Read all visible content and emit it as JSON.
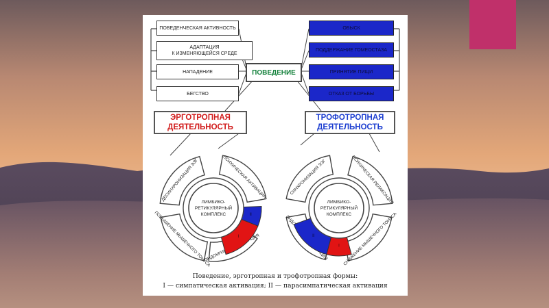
{
  "left_items": [
    "ПОВЕДЕНЧЕСКАЯ АКТИВНОСТЬ",
    "АДАПТАЦИЯ\nК ИЗМЕНЯЮЩЕЙСЯ СРЕДЕ",
    "НАПАДЕНИЕ",
    "БЕГСТВО"
  ],
  "right_items": [
    "ОБЫСК",
    "ПОДДЕРЖАНИЕ ГОМЕОСТАЗА",
    "ПРИНЯТИЕ ПИЩИ",
    "ОТКАЗ ОТ БОРЬБЫ"
  ],
  "center_label": "ПОВЕДЕНИЕ",
  "ergotropic_label": "ЭРГОТРОПНАЯ\nДЕЯТЕЛЬНОСТЬ",
  "trophotropic_label": "ТРОФОТРОПНАЯ\nДЕЯТЕЛЬНОСТЬ",
  "left_ring": {
    "center": [
      "ЛИМБИКО-",
      "РЕТИКУЛЯРНЫЙ",
      "КОМПЛЕКС"
    ],
    "segments": [
      "ДЕСИНХРОНИЗАЦИЯ ЭЭГ",
      "ПСИХИЧЕСКАЯ АКТИВАЦИЯ",
      "ПОВЫШЕНИЕ МЫШЕЧНОГО ТОНУСА",
      "ЭНДОКРИННАЯ АКТИВАЦИЯ"
    ],
    "marker_II": "II",
    "marker_I": "I"
  },
  "right_ring": {
    "center": [
      "ЛИМБИКО-",
      "РЕТИКУЛЯРНЫЙ",
      "КОМПЛЕКС"
    ],
    "segments": [
      "СИНХРОНИЗАЦИЯ ЭЭГ",
      "ПСИХИЧЕСКАЯ РЕЛАКСАЦИЯ",
      "СНИЖЕНИЕ МЫШЕЧНОГО ТОНУСА",
      "ЭНДОКРИННАЯ АКТИВАЦИЯ"
    ],
    "marker_II": "II",
    "marker_I": "I"
  },
  "caption_line1": "Поведение, эрготропная и трофотропная формы:",
  "caption_line2": "I — симпатическая активация; II — парасимпатическая активация",
  "colors": {
    "red": "#e11414",
    "blue": "#1b27c9",
    "accent": "#c0306a"
  }
}
